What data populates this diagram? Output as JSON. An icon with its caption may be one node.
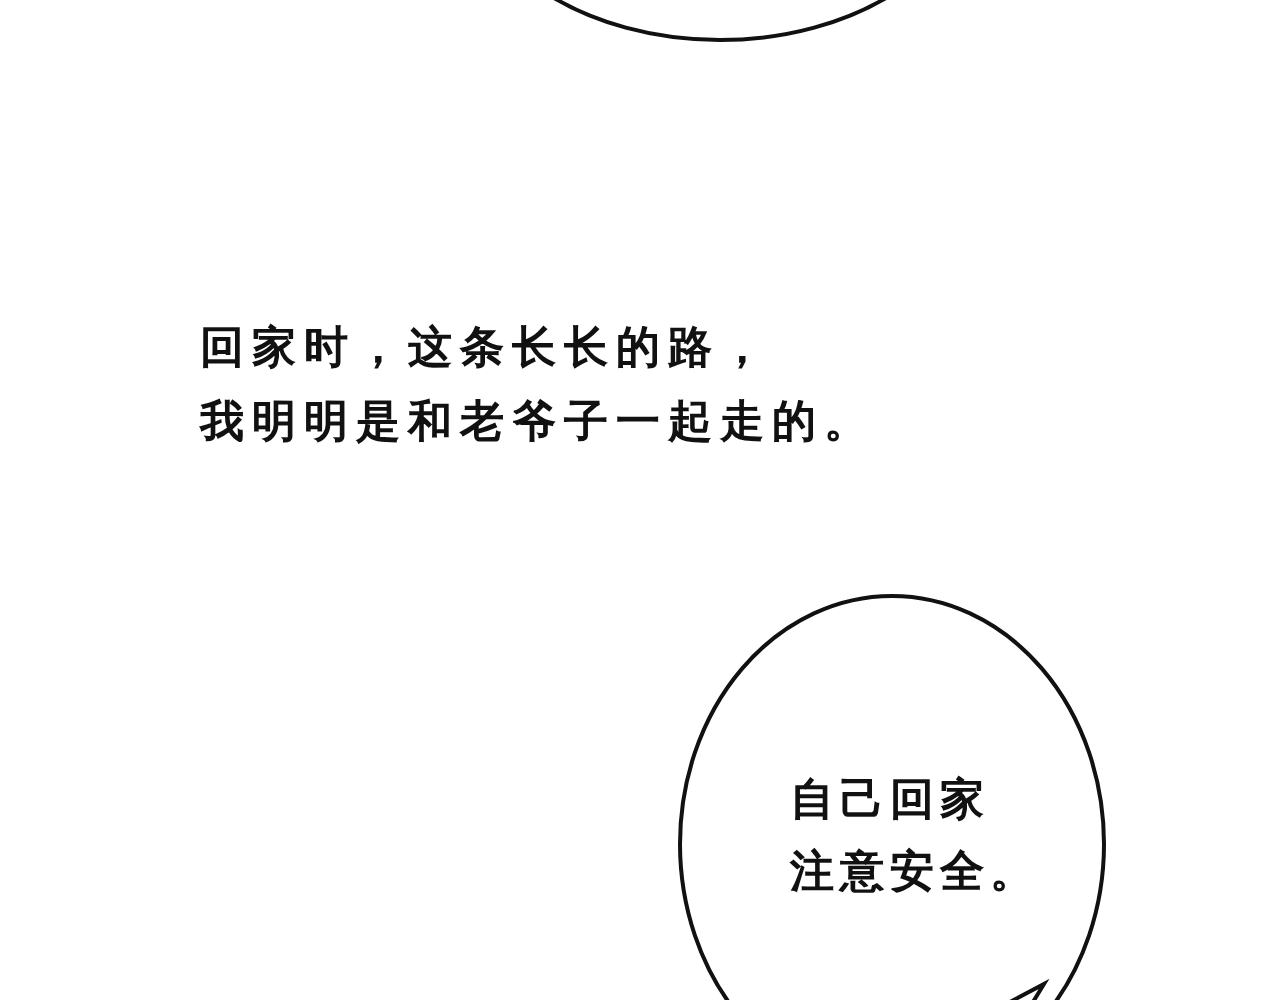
{
  "diagram": {
    "nodes": [
      {
        "text": [],
        "shape": "ellipse"
      },
      {
        "text": [
          "自己回家注意安全。"
        ]
      }
    ],
    "labels": [
      "回家时，这条长长的路，我明明是和老爷子一起走的。"
    ]
  }
}
